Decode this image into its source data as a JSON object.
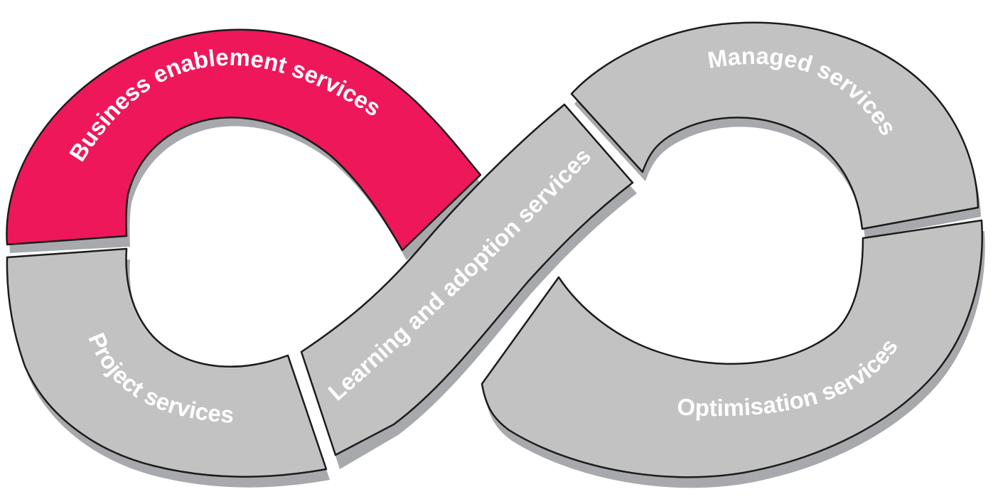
{
  "colors": {
    "active": "#ee175a",
    "inactive": "#c2c2c2",
    "shadow": "#a7a9ac",
    "outline": "#1c1c1c",
    "label": "#ffffff"
  },
  "segments": {
    "business_enablement": {
      "label": "Business enablement services",
      "active": true
    },
    "project": {
      "label": "Project services",
      "active": false
    },
    "learning_adoption": {
      "label": "Learning and adoption services",
      "active": false
    },
    "managed": {
      "label": "Managed services",
      "active": false
    },
    "optimisation": {
      "label": "Optimisation services",
      "active": false
    }
  }
}
